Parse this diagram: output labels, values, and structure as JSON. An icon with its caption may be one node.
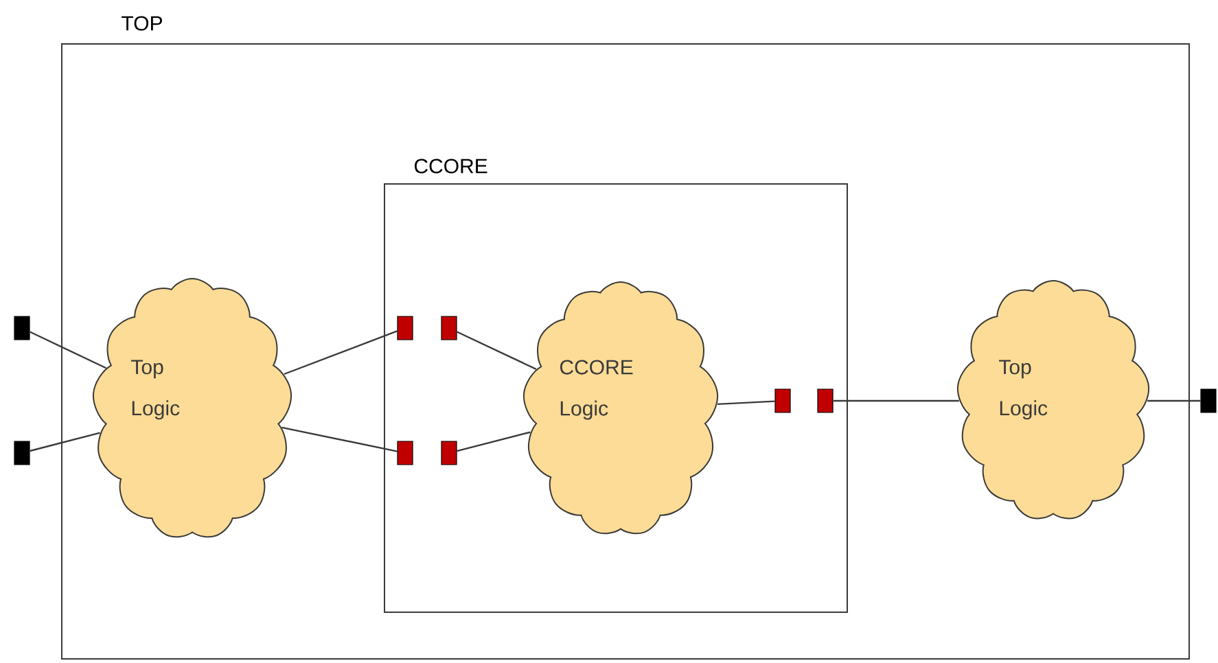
{
  "diagram": {
    "nodes": [
      {
        "text": [
          "TOP"
        ]
      },
      {
        "text": [
          "CCORE"
        ],
        "in": 0
      },
      {
        "text": [],
        "shape": "box"
      },
      {
        "text": [],
        "shape": "box"
      },
      {
        "text": [
          "Top Logic"
        ],
        "in": 0
      },
      {
        "text": [],
        "shape": "box",
        "in": 1
      },
      {
        "text": [],
        "shape": "box",
        "in": 1
      },
      {
        "text": [],
        "shape": "box",
        "in": 1
      },
      {
        "text": [],
        "shape": "box",
        "in": 1
      },
      {
        "text": [
          "CCORE Logic"
        ],
        "in": 1
      },
      {
        "text": [],
        "shape": "box",
        "in": 1
      },
      {
        "text": [],
        "shape": "box",
        "in": 1
      },
      {
        "text": [
          "Top Logic"
        ],
        "in": 0
      },
      {
        "text": [],
        "shape": "box"
      }
    ],
    "edges": [
      {
        "from": 2,
        "to": 4,
        "arrow": "none"
      },
      {
        "from": 3,
        "to": 4,
        "arrow": "none"
      },
      {
        "from": 4,
        "to": 5,
        "arrow": "none"
      },
      {
        "from": 4,
        "to": 7,
        "arrow": "none"
      },
      {
        "from": 6,
        "to": 9,
        "arrow": "none"
      },
      {
        "from": 8,
        "to": 9,
        "arrow": "none"
      },
      {
        "from": 9,
        "to": 10,
        "arrow": "none"
      },
      {
        "from": 11,
        "to": 12,
        "arrow": "none"
      },
      {
        "from": 12,
        "to": 13,
        "arrow": "none"
      }
    ]
  }
}
